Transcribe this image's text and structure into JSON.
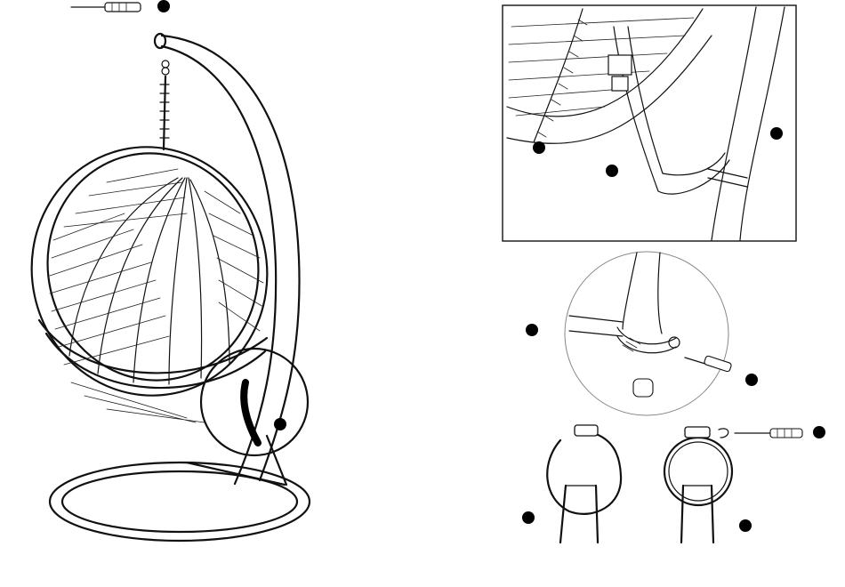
{
  "diagram": {
    "kind": "assembly-instructions",
    "colors": {
      "ink": "#111111",
      "paper": "#ffffff"
    },
    "steps": [
      {
        "panel": "overview",
        "markers": 2,
        "tools": [
          "screwdriver-icon"
        ]
      },
      {
        "panel": "strap-detail",
        "markers": 3
      },
      {
        "panel": "clamp-circle",
        "markers": 2,
        "tools": [
          "screwdriver-icon"
        ]
      },
      {
        "panel": "hose-clamp-open",
        "markers": 1
      },
      {
        "panel": "hose-clamp-tightened",
        "markers": 2,
        "tools": [
          "screwdriver-icon"
        ]
      }
    ]
  }
}
